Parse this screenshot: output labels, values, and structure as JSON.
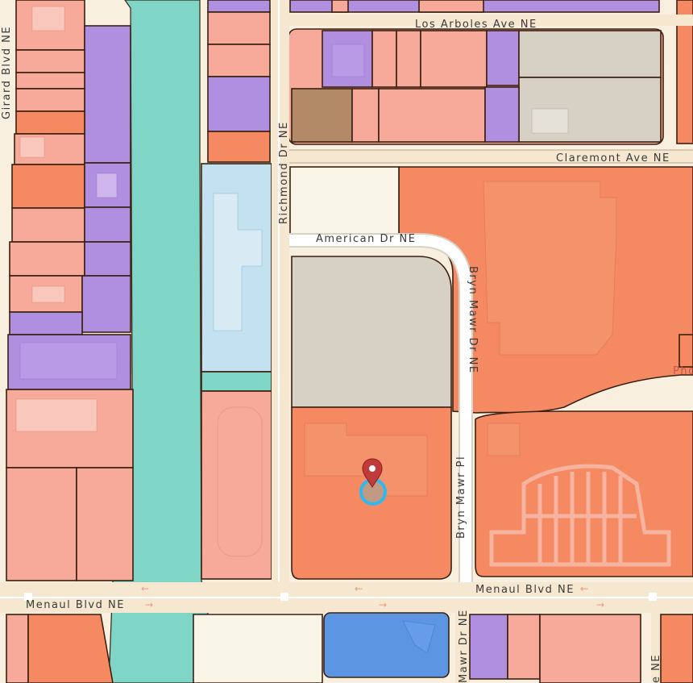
{
  "map": {
    "streets": {
      "los_arboles": "Los Arboles Ave NE",
      "claremont": "Claremont Ave NE",
      "richmond": "Richmond Dr NE",
      "american": "American Dr NE",
      "bryn_mawr_dr": "Bryn Mawr Dr NE",
      "bryn_mawr_pl": "Bryn Mawr Pl",
      "menaul_east": "Menaul Blvd NE",
      "menaul_west": "Menaul Blvd NE",
      "girard": "Girard Blvd NE",
      "bryn_mawr_south": "Mawr Dr NE",
      "edge_south": "e NE",
      "phoenix_partial": "Phoe"
    },
    "colors": {
      "commercial": "#f58a62",
      "residential_light": "#f7a99a",
      "residential_purple": "#b18fe0",
      "channel": "#7fd6c7",
      "institutional": "#c3e1ef",
      "vacant": "#d6d1c4",
      "mixed_brown": "#b38a68",
      "open_cream": "#f9f5e7",
      "industrial_blue": "#5c96e3",
      "road": "#f6e8d0",
      "marker": "#c23b3b",
      "selection_ring": "#2cb9f2"
    },
    "icons": {
      "marker": "map-pin-icon",
      "ring": "selection-ring-icon"
    }
  }
}
